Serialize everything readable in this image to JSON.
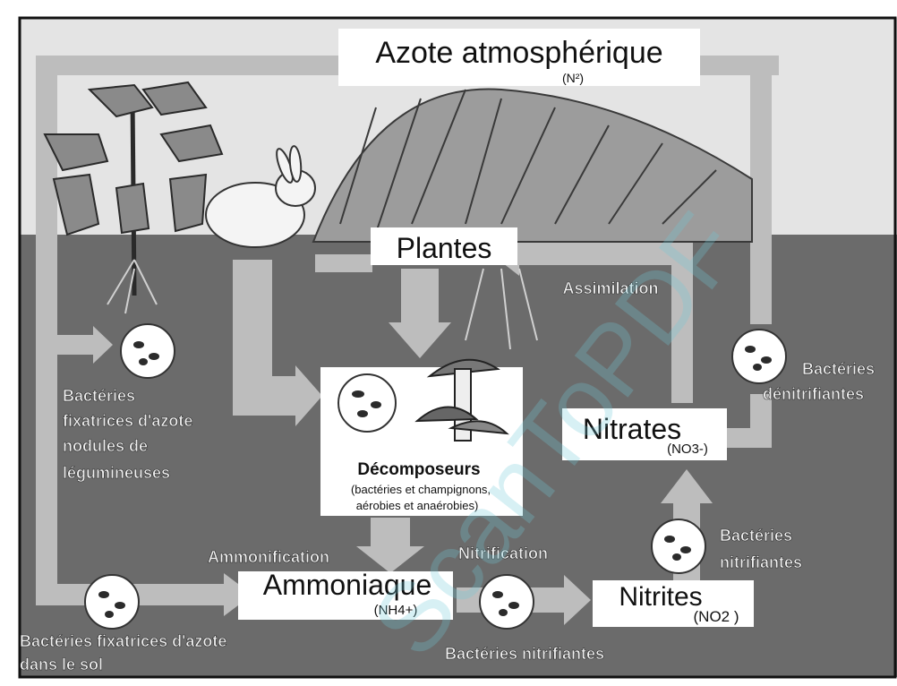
{
  "title": "Azote atmosphérique",
  "title_formula": "(N²)",
  "plantes": "Plantes",
  "assimilation": "Assimilation",
  "decomposeurs": {
    "title": "Décomposeurs",
    "line1": "(bactéries et champignons,",
    "line2": "aérobies et anaérobies)"
  },
  "nitrates": {
    "name": "Nitrates",
    "formula": "(NO3-)"
  },
  "nitrites": {
    "name": "Nitrites",
    "formula": "(NO2 )"
  },
  "ammoniaque": {
    "name": "Ammoniaque",
    "formula": "(NH4+)"
  },
  "ammonification": "Ammonification",
  "nitrification": "Nitrification",
  "fixatrices_nodules": [
    "Bactéries",
    "fixatrices d'azote",
    "nodules de",
    "légumineuses"
  ],
  "fixatrices_sol": [
    "Bactéries fixatrices d'azote",
    "dans le sol"
  ],
  "nitrifiantes_bottom": "Bactéries nitrifiantes",
  "nitrifiantes_right": [
    "Bactéries",
    "nitrifiantes"
  ],
  "denitrifiantes": [
    "Bactéries",
    "dénitrifiantes"
  ],
  "watermark": "ScanToPDF",
  "colors": {
    "sky": "#e6e6e6",
    "soil": "#6a6a6a",
    "arrow": "#b8b8b8",
    "box": "#ffffff"
  }
}
